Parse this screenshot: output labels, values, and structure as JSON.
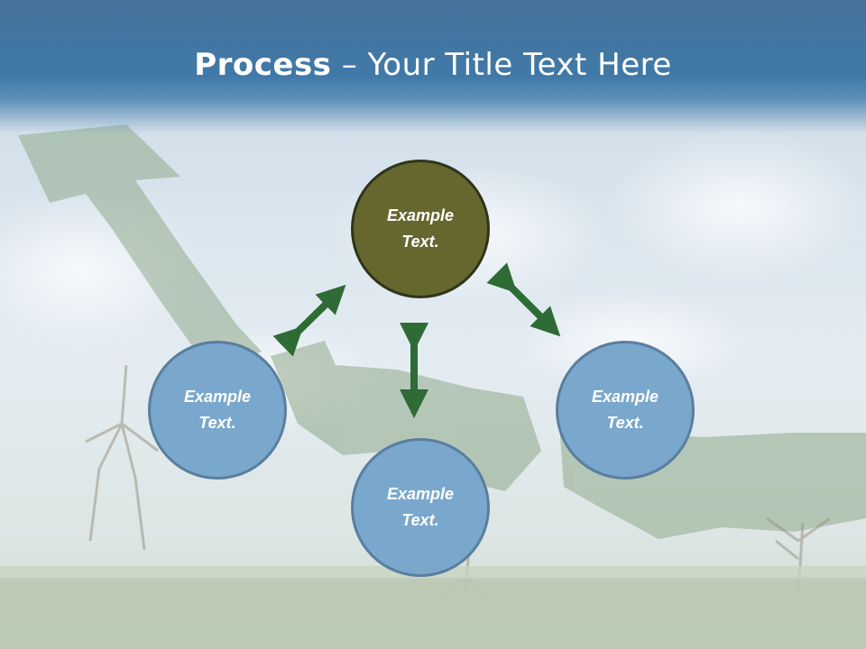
{
  "title": {
    "bold": "Process",
    "rest": " – Your Title Text Here"
  },
  "nodes": {
    "top": "Example Text.",
    "left": "Example Text.",
    "bottom": "Example Text.",
    "right": "Example Text."
  },
  "colors": {
    "header": "#4079a8",
    "center_circle": "#66662f",
    "outer_circle": "#7aa7cc",
    "arrow": "#2e6b35"
  }
}
